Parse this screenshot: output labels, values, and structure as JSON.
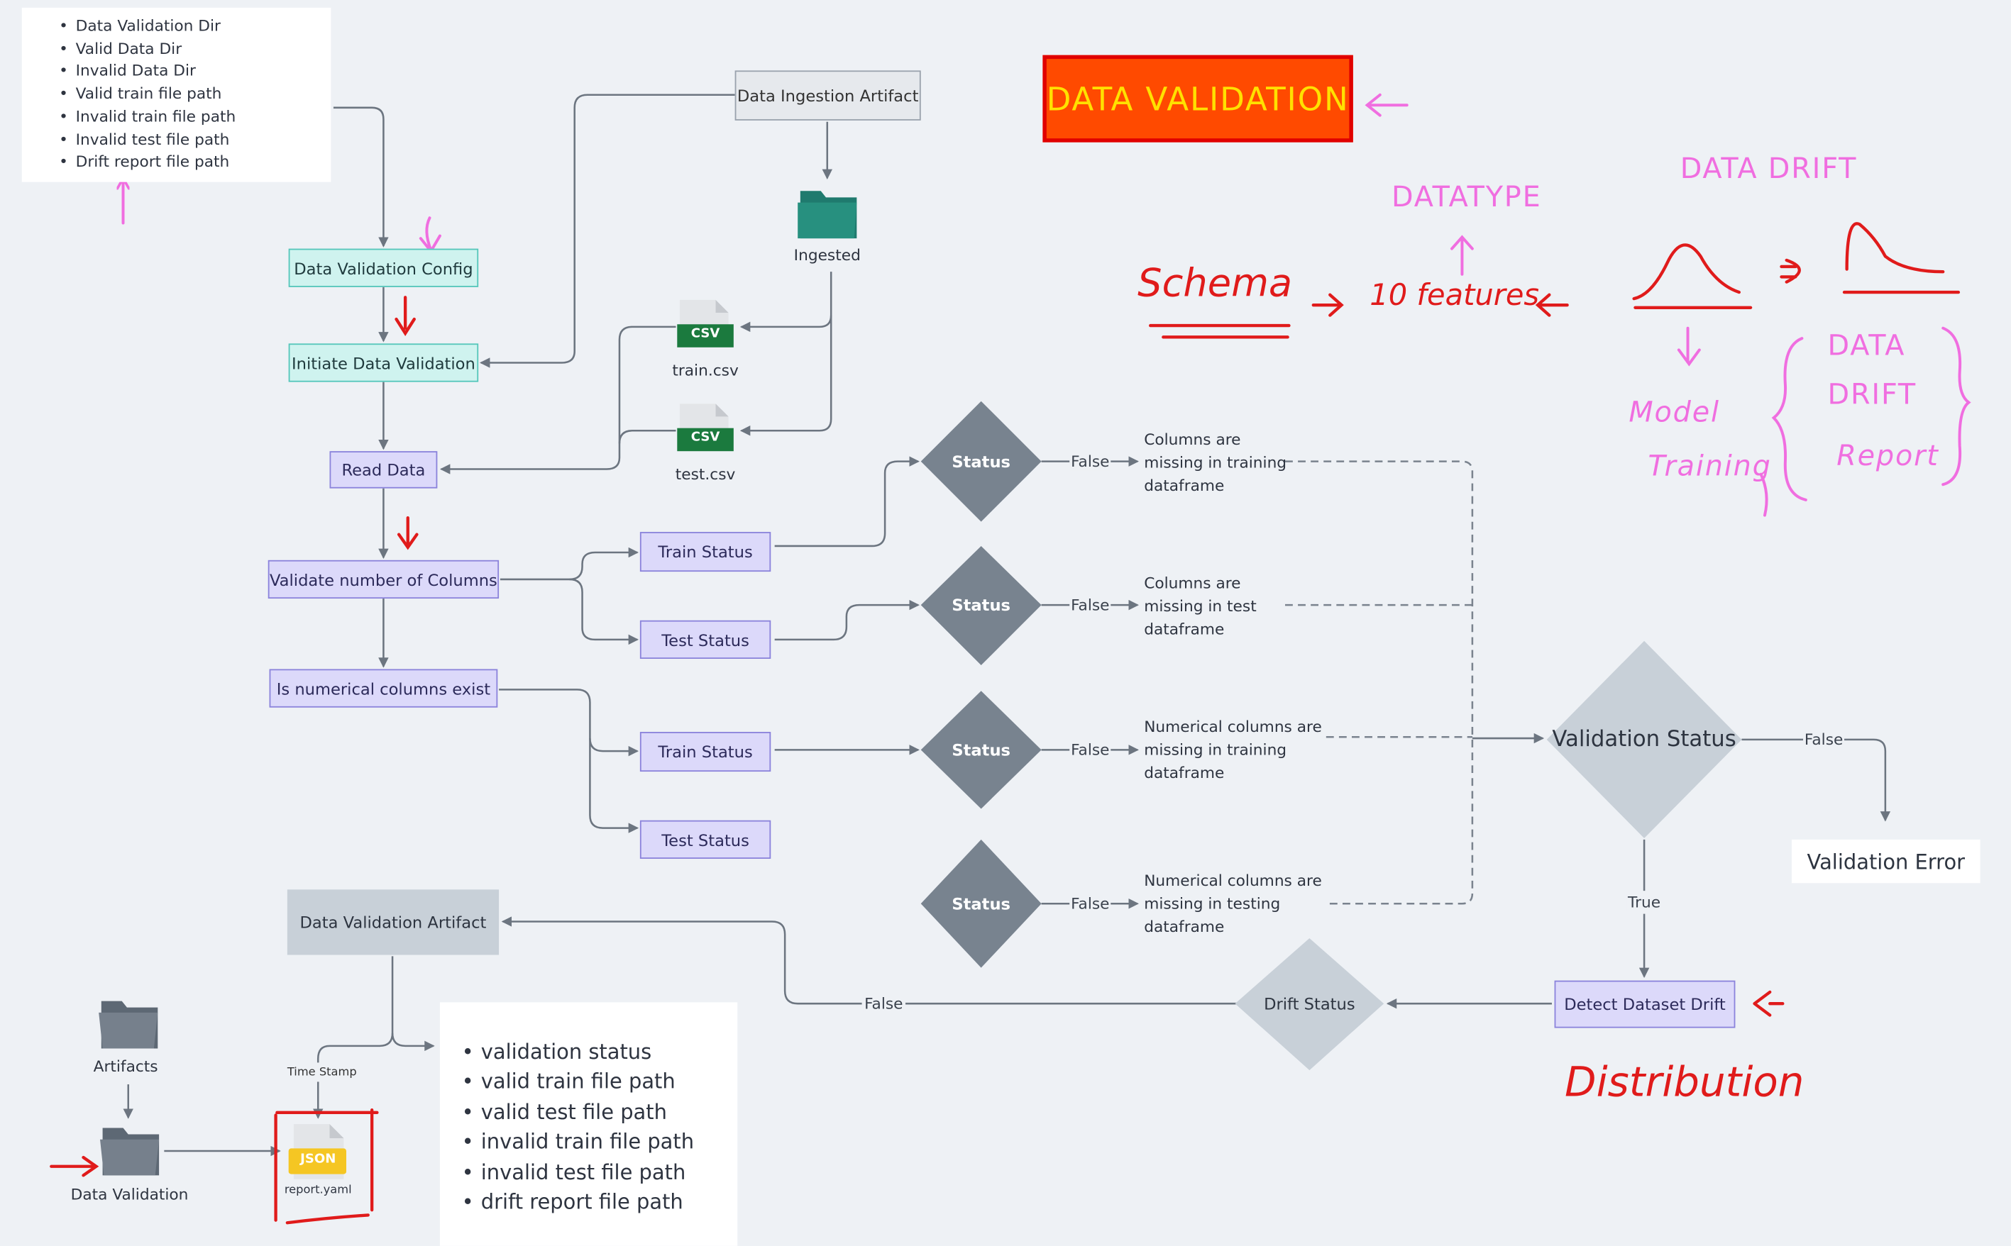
{
  "config_list": [
    "Data Validation Dir",
    "Valid Data Dir",
    "Invalid Data Dir",
    "Valid train file path",
    "Invalid train file path",
    "Invalid test file path",
    "Drift report file path"
  ],
  "nodes": {
    "ingestion_artifact": "Data Ingestion Artifact",
    "validation_config": "Data Validation Config",
    "initiate_validation": "Initiate Data Validation",
    "read_data": "Read Data",
    "validate_columns": "Validate number of Columns",
    "numerical_columns": "Is numerical columns exist",
    "train_status_1": "Train Status",
    "test_status_1": "Test Status",
    "train_status_2": "Train Status",
    "test_status_2": "Test Status",
    "validation_artifact": "Data Validation Artifact",
    "validation_error": "Validation Error",
    "detect_drift": "Detect Dataset Drift"
  },
  "icons": {
    "ingested": "Ingested",
    "train_csv": "train.csv",
    "test_csv": "test.csv",
    "csv_badge": "CSV",
    "json_badge": "JSON",
    "report": "report.yaml",
    "artifacts": "Artifacts",
    "data_validation_folder": "Data Validation",
    "time_stamp": "Time Stamp"
  },
  "decisions": {
    "status": "Status",
    "validation_status": "Validation Status",
    "drift_status": "Drift Status"
  },
  "edge_labels": {
    "false": "False",
    "true": "True"
  },
  "descriptions": [
    [
      "Columns are",
      "missing in training",
      "dataframe"
    ],
    [
      "Columns are",
      "missing in test",
      "dataframe"
    ],
    [
      "Numerical columns are",
      "missing in training",
      "dataframe"
    ],
    [
      "Numerical columns are",
      "missing in testing",
      "dataframe"
    ]
  ],
  "artifact_list": [
    "validation status",
    "valid train file path",
    "valid test file path",
    "invalid train file path",
    "invalid test file path",
    "drift report file path"
  ],
  "annotations": {
    "banner": "DATA VALIDATION",
    "datatype": "DATATYPE",
    "data_drift": "DATA DRIFT",
    "schema": "Schema",
    "features": "10 features",
    "model": "Model",
    "training": "Training",
    "report_line1": "DATA",
    "report_line2": "DRIFT",
    "report_line3": "Report",
    "distribution": "Distribution"
  },
  "colors": {
    "teal_fill": "#cff3ef",
    "lavender_fill": "#dcd9fa",
    "diamond_dark": "#78838f",
    "diamond_light": "#c8d0d8",
    "annotation_pink": "#f06ee0",
    "annotation_red": "#e01b1b",
    "banner_orange": "#ff4a00",
    "banner_text": "#ffe100"
  }
}
